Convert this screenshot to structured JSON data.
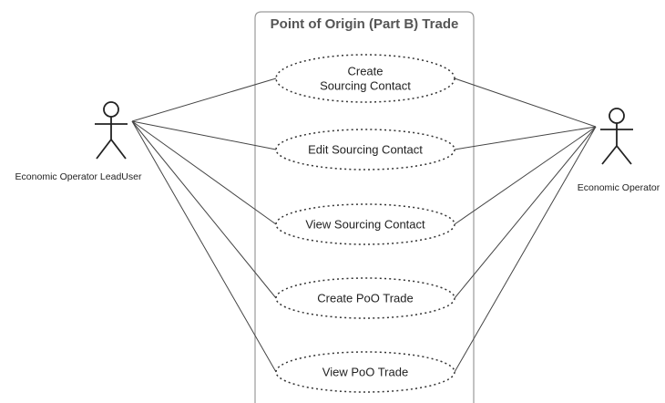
{
  "diagram": {
    "boundary": {
      "title": "Point of Origin (Part B) Trade"
    },
    "actors": {
      "lead_user": {
        "name": "Economic Operator LeadUser"
      },
      "operator": {
        "name": "Economic Operator"
      }
    },
    "use_cases": [
      {
        "lines": [
          "Create",
          "Sourcing Contact"
        ]
      },
      {
        "lines": [
          "Edit Sourcing Contact"
        ]
      },
      {
        "lines": [
          "View Sourcing Contact"
        ]
      },
      {
        "lines": [
          "Create PoO Trade"
        ]
      },
      {
        "lines": [
          "View PoO Trade"
        ]
      }
    ],
    "associations": [
      {
        "actor": "lead_user",
        "use_case": 0
      },
      {
        "actor": "lead_user",
        "use_case": 1
      },
      {
        "actor": "lead_user",
        "use_case": 2
      },
      {
        "actor": "lead_user",
        "use_case": 3
      },
      {
        "actor": "lead_user",
        "use_case": 4
      },
      {
        "actor": "operator",
        "use_case": 0
      },
      {
        "actor": "operator",
        "use_case": 1
      },
      {
        "actor": "operator",
        "use_case": 2
      },
      {
        "actor": "operator",
        "use_case": 3
      },
      {
        "actor": "operator",
        "use_case": 4
      }
    ]
  }
}
